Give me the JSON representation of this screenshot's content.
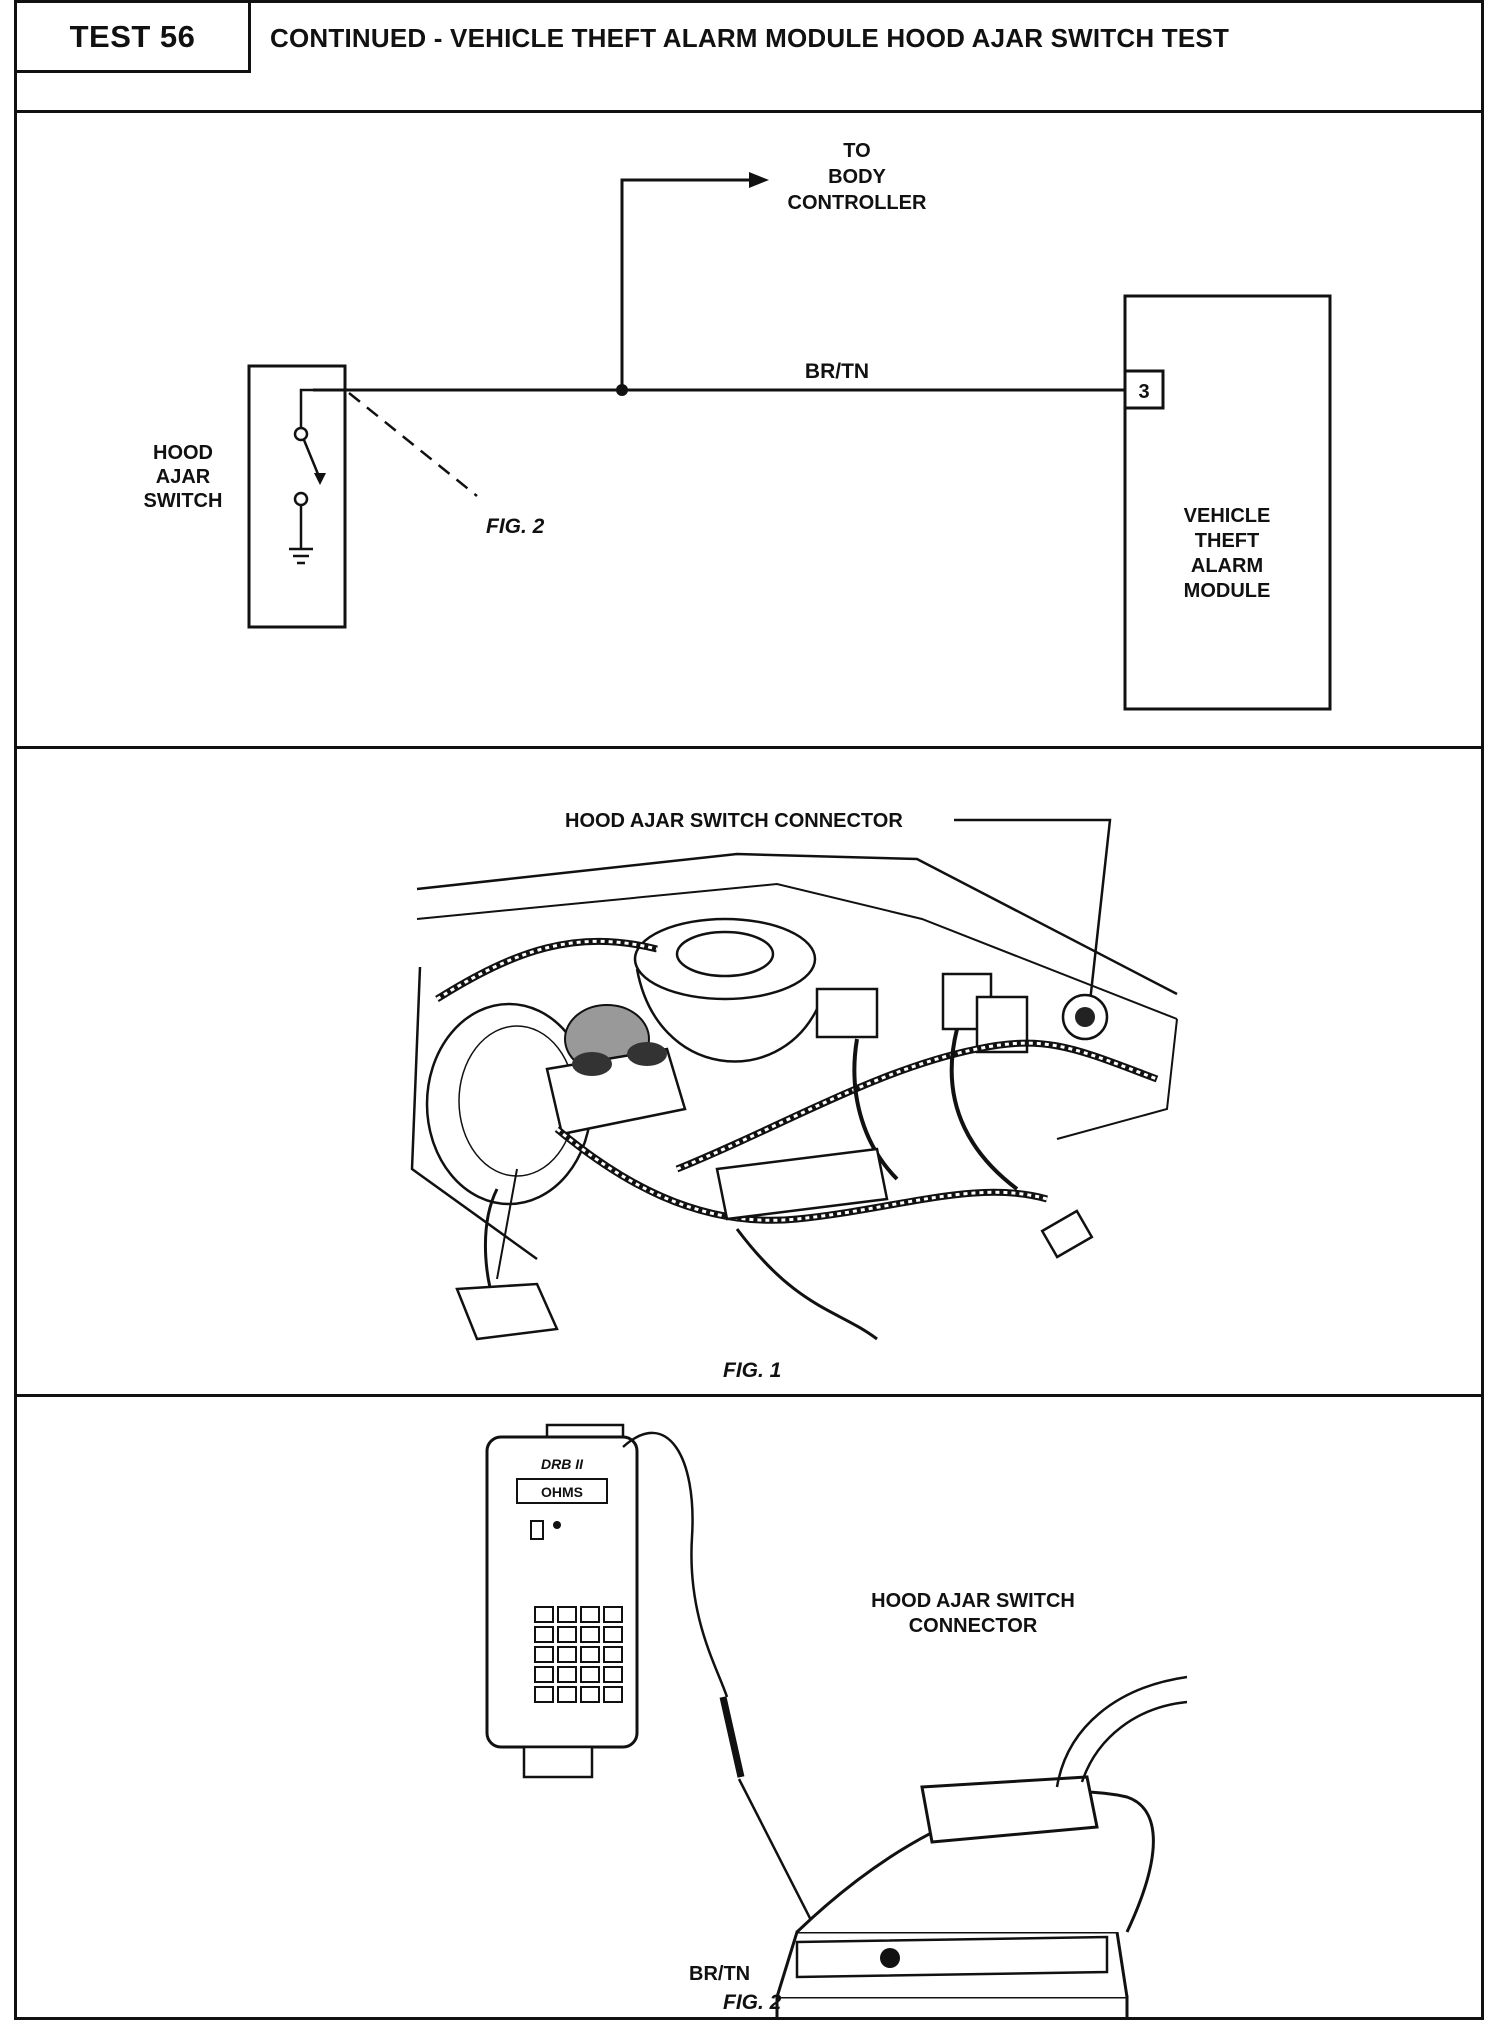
{
  "header": {
    "test_number": "TEST 56",
    "title": "CONTINUED - VEHICLE THEFT ALARM MODULE HOOD AJAR SWITCH TEST"
  },
  "schematic": {
    "switch_label": [
      "HOOD",
      "AJAR",
      "SWITCH"
    ],
    "to_label": [
      "TO",
      "BODY",
      "CONTROLLER"
    ],
    "wire_label": "BR/TN",
    "pin": "3",
    "module_label": [
      "VEHICLE",
      "THEFT",
      "ALARM",
      "MODULE"
    ],
    "fig_ref": "FIG. 2"
  },
  "figure1": {
    "callout": "HOOD AJAR SWITCH CONNECTOR",
    "caption": "FIG. 1"
  },
  "figure2": {
    "tester_brand": "DRB II",
    "tester_display": "OHMS",
    "connector_label": [
      "HOOD AJAR SWITCH",
      "CONNECTOR"
    ],
    "wire_label": "BR/TN",
    "caption": "FIG. 2"
  }
}
